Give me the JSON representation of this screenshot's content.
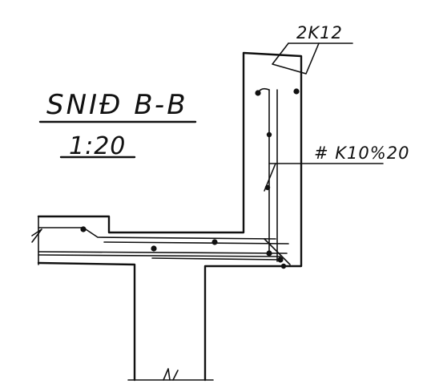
{
  "section": {
    "title": "SNIĐ B-B",
    "scale": "1:20"
  },
  "labels": {
    "top_bars": "2K12",
    "stirrups": "# K10%20"
  }
}
